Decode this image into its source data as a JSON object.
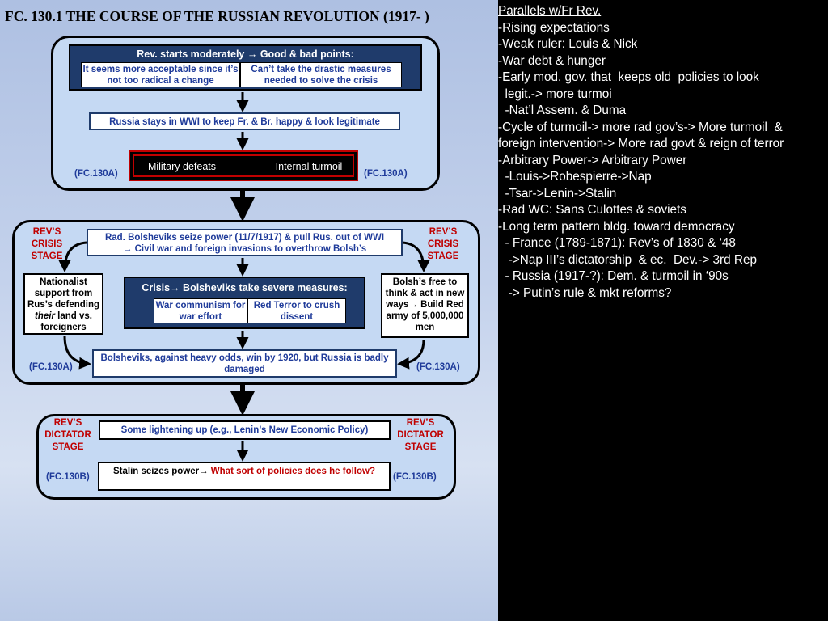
{
  "title": "FC. 130.1 THE COURSE OF THE RUSSIAN REVOLUTION (1917-  )",
  "stage1": {
    "header": "Rev. starts moderately → Good & bad points:",
    "good_point": "It seems more acceptable since it’s not too radical a change",
    "bad_point": "Can’t take the drastic measures needed to solve the crisis",
    "wwi": "Russia stays in WWI to keep Fr. & Br. happy & look legitimate",
    "military_defeats": "Military defeats",
    "internal_turmoil": "Internal turmoil",
    "fc_left": "(FC.130A)",
    "fc_right": "(FC.130A)"
  },
  "stage2": {
    "rev_label_left": "REV’S CRISIS STAGE",
    "rev_label_right": "REV’S CRISIS STAGE",
    "seize_line1": "Rad. Bolsheviks seize power (11/7/1917) & pull Rus. out of WWI",
    "seize_line2": "→ Civil war and foreign invasions to overthrow Bolsh’s",
    "nationalist_pre": "Nationalist support from Rus’s defending",
    "nationalist_em": "their",
    "nationalist_post": "land vs. foreigners",
    "crisis_header": "Crisis→ Bolsheviks take severe measures:",
    "war_communism": "War communism for war effort",
    "red_terror": "Red Terror to crush dissent",
    "bolsh_free": "Bolsh’s free to think & act in new ways→ Build Red army of 5,000,000 men",
    "win": "Bolsheviks, against heavy odds, win by 1920, but Russia is badly damaged",
    "fc_left": "(FC.130A)",
    "fc_right": "(FC.130A)"
  },
  "stage3": {
    "rev_label_left": "REV’S DICTATOR STAGE",
    "rev_label_right": "REV’S DICTATOR STAGE",
    "lightening": "Some lightening up (e.g., Lenin’s New Economic Policy)",
    "stalin_black": "Stalin seizes power→ ",
    "stalin_red": "What sort of policies does he follow?",
    "fc_left": "(FC.130B)",
    "fc_right": "(FC.130B)"
  },
  "parallels": {
    "heading": "Parallels w/Fr Rev.",
    "lines": [
      "-Rising expectations",
      "-Weak ruler: Louis & Nick",
      "-War debt & hunger",
      "-Early mod. gov. that  keeps old  policies to look",
      "  legit.-> more turmoi",
      "  -Nat’l Assem. & Duma",
      "-Cycle of turmoil-> more rad gov’s-> More turmoil  &",
      "foreign intervention-> More rad govt & reign of terror",
      "-Arbitrary Power-> Arbitrary Power",
      "  -Louis->Robespierre->Nap",
      "  -Tsar->Lenin->Stalin",
      "-Rad WC: Sans Culottes & soviets",
      "-Long term pattern bldg. toward democracy",
      "  - France (1789-1871): Rev’s of 1830 & ‘48",
      "   ->Nap III’s dictatorship  & ec.  Dev.-> 3rd Rep",
      "  - Russia (1917-?): Dem. & turmoil in ‘90s",
      "   -> Putin’s rule & mkt reforms?"
    ]
  },
  "colors": {
    "dark_box": "#1f3b6b",
    "stage_fill": "#c5d9f3",
    "red_label": "#c00000",
    "blue_text": "#1f3b9a"
  }
}
